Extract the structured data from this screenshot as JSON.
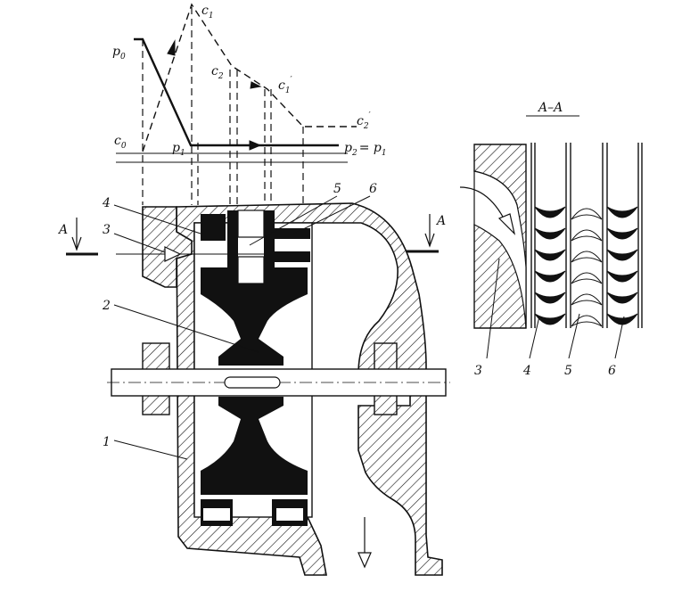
{
  "diagram": {
    "section_title": "A–A",
    "section_marks": [
      "A",
      "A"
    ],
    "graph_labels": {
      "p0": {
        "base": "p",
        "sub": "0"
      },
      "p1": {
        "base": "p",
        "sub": "1"
      },
      "p2_eq_p1": {
        "base": "p",
        "sub": "2",
        "eq": "= p",
        "sub2": "1"
      },
      "c0": {
        "base": "c",
        "sub": "0"
      },
      "c1": {
        "base": "c",
        "sub": "1"
      },
      "c2": {
        "base": "c",
        "sub": "2"
      },
      "c1_prime": {
        "base": "c",
        "sub": "1",
        "prime": "′"
      },
      "c2_prime": {
        "base": "c",
        "sub": "2",
        "prime": "′"
      }
    },
    "callouts_main": [
      "1",
      "2",
      "3",
      "4",
      "5",
      "6"
    ],
    "callouts_section": [
      "3",
      "4",
      "5",
      "6"
    ]
  }
}
